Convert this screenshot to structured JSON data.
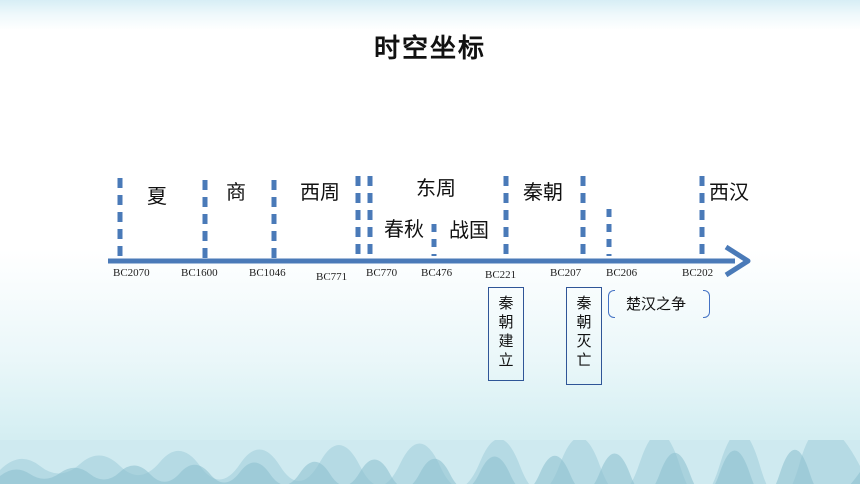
{
  "title": "时空坐标",
  "eras": [
    "夏",
    "商",
    "西周",
    "东周",
    "春秋",
    "战国",
    "秦朝",
    "西汉"
  ],
  "years": [
    "BC2070",
    "BC1600",
    "BC1046",
    "BC771",
    "BC770",
    "BC476",
    "BC221",
    "BC207",
    "BC206",
    "BC202"
  ],
  "events": [
    "秦朝建立",
    "秦朝灭亡",
    "楚汉之争"
  ],
  "colors": {
    "axis": "#4a7ab8",
    "box_border": "#2f5597",
    "bracket": "#4472c4"
  }
}
